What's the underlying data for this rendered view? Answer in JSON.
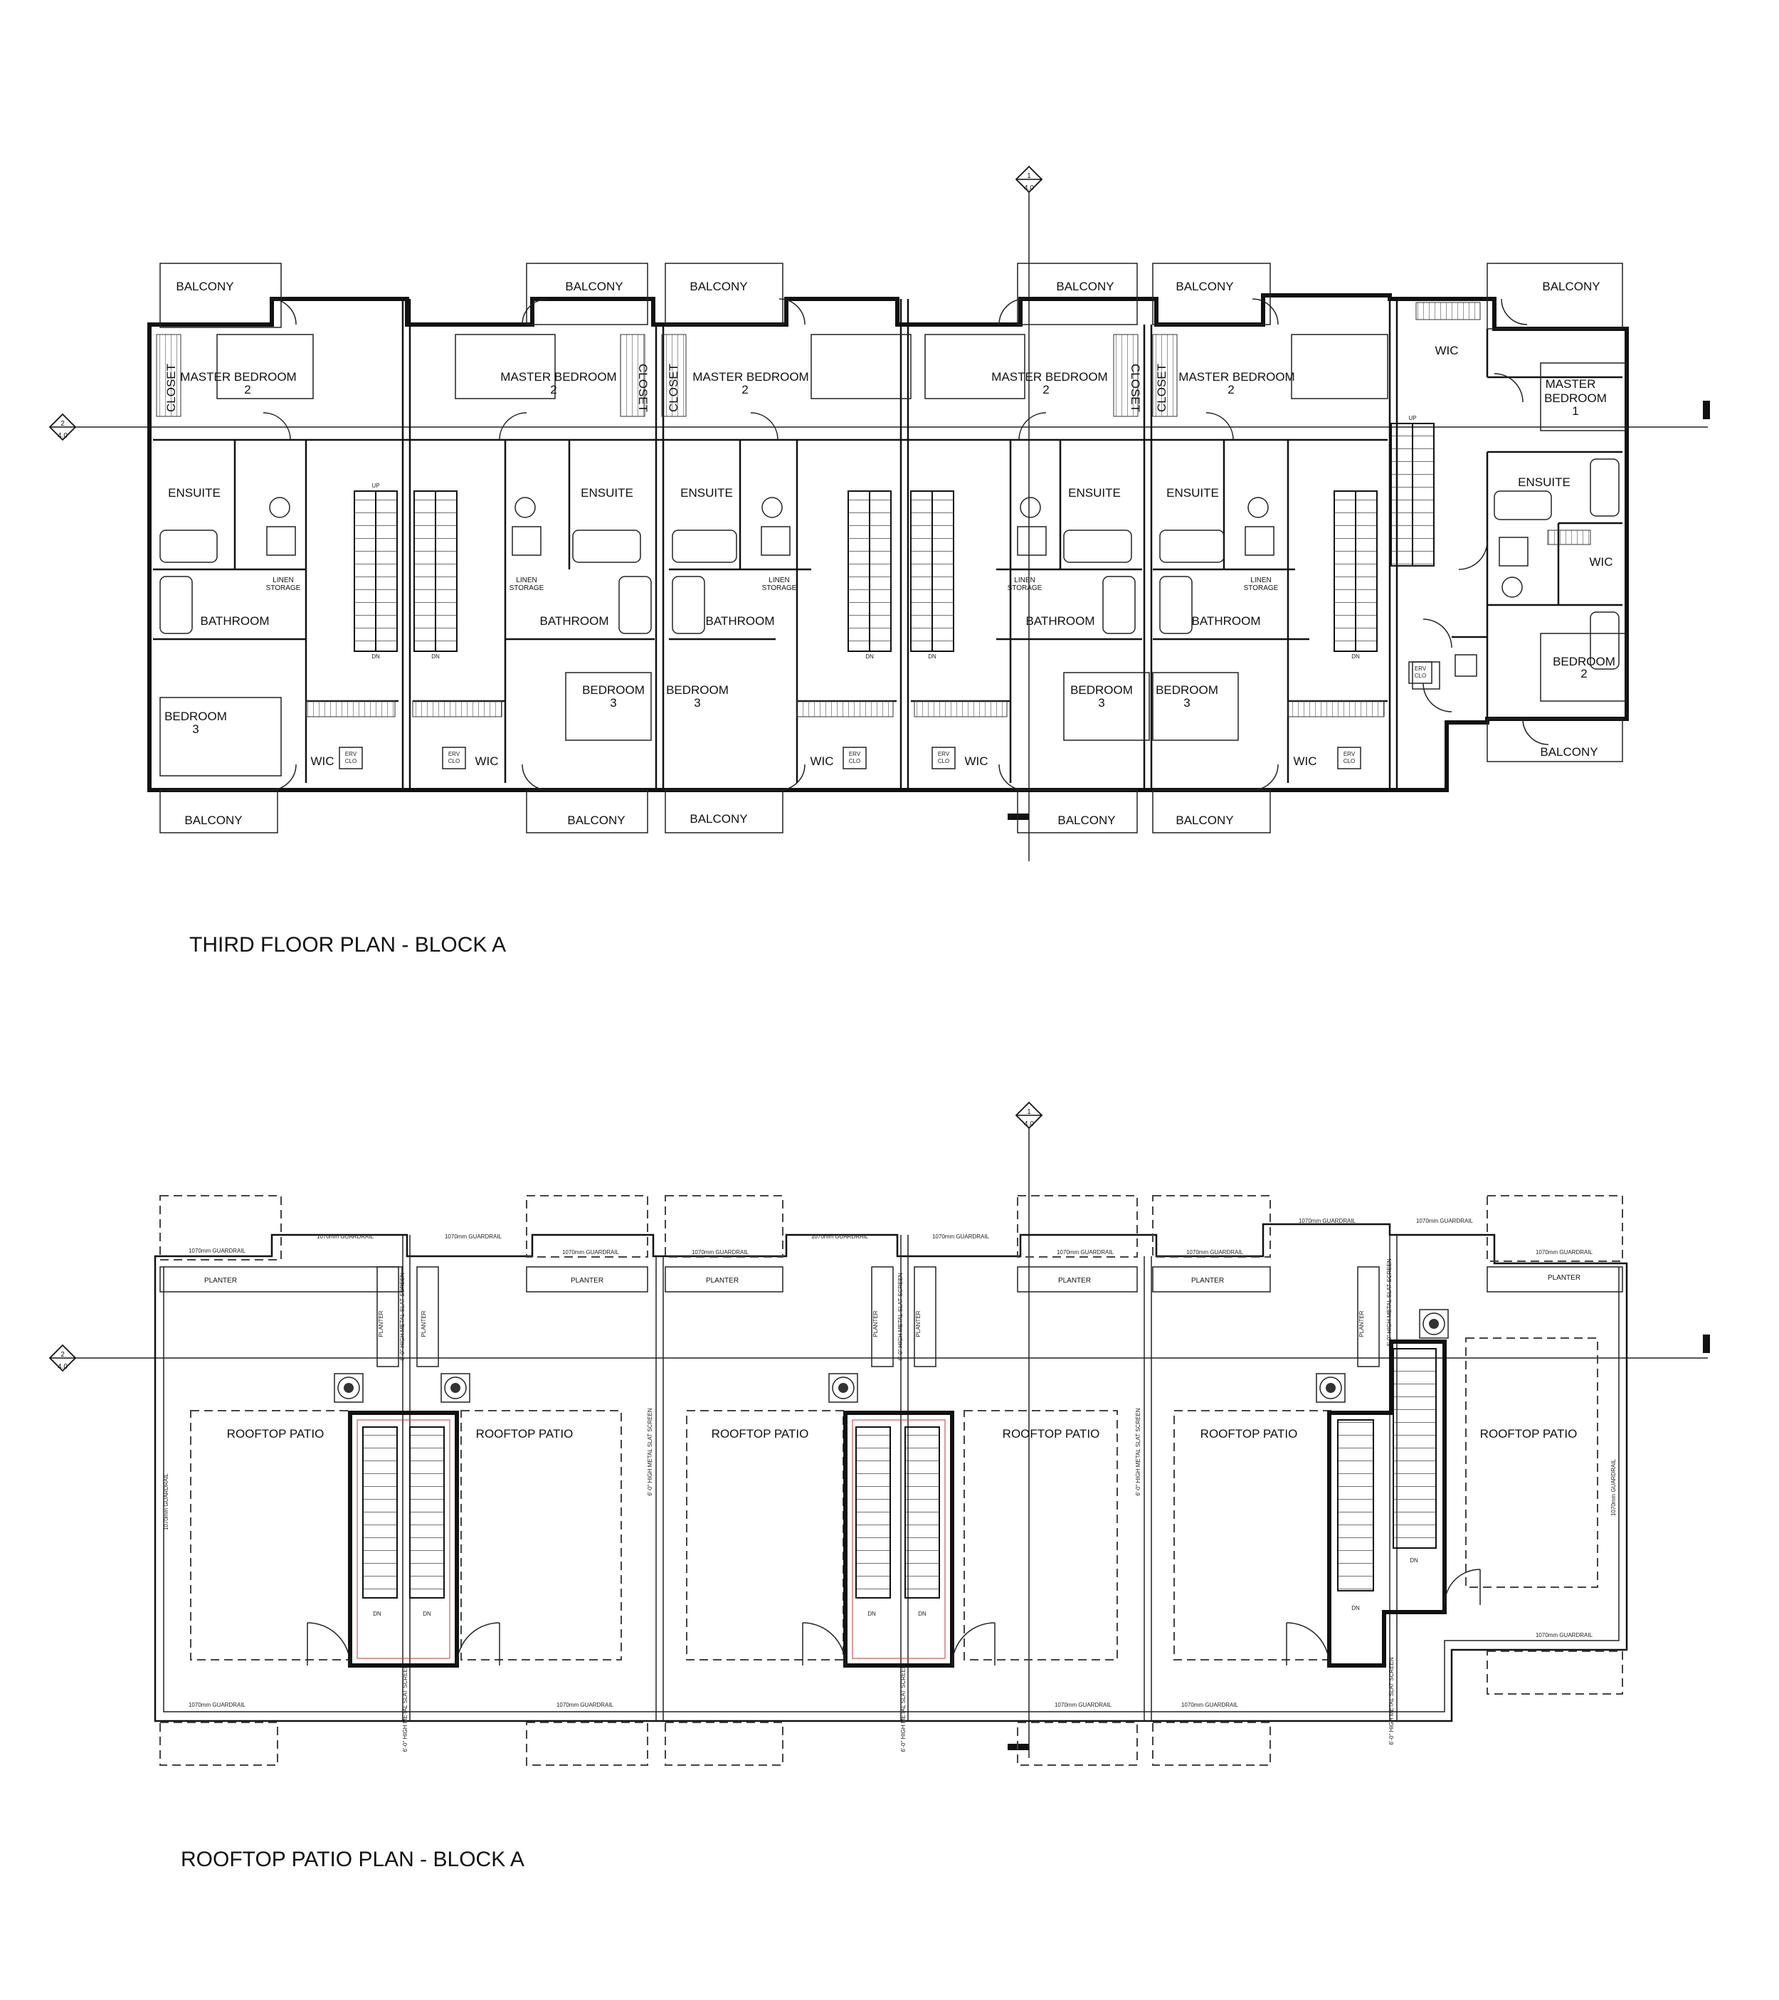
{
  "plans": [
    {
      "title": "THIRD FLOOR PLAN - BLOCK A"
    },
    {
      "title": "ROOFTOP PATIO PLAN - BLOCK A"
    }
  ],
  "grid_markers": {
    "gridline_1": {
      "number": "1",
      "sheet": "4.0"
    },
    "gridline_2": {
      "number": "2",
      "sheet": "4.0"
    }
  },
  "labels": {
    "balcony": "BALCONY",
    "master_bedroom": "MASTER BEDROOM",
    "master": "MASTER",
    "bedroom": "BEDROOM",
    "closet": "CLOSET",
    "ensuite": "ENSUITE",
    "bathroom": "BATHROOM",
    "linen": "LINEN",
    "storage": "STORAGE",
    "wic": "WIC",
    "erv": "ERV",
    "clo": "CLO",
    "rooftop_patio": "ROOFTOP PATIO",
    "planter": "PLANTER",
    "guardrail": "1070mm GUARDRAIL",
    "slat_screen": "6'-0\" HIGH METAL SLAT SCREEN",
    "up": "UP",
    "dn": "DN",
    "num_1": "1",
    "num_2": "2",
    "num_3": "3"
  }
}
